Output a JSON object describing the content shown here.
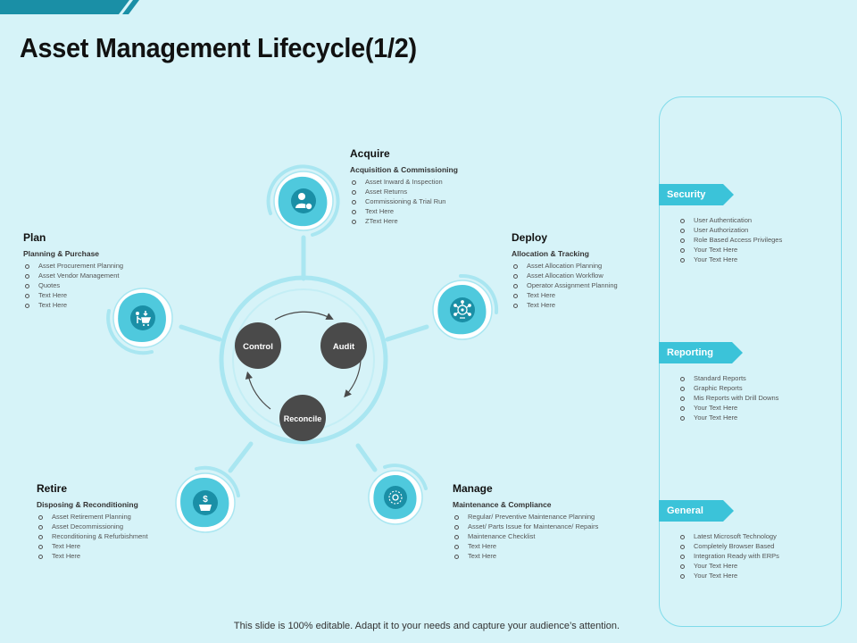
{
  "page": {
    "title": "Asset Management Lifecycle(1/2)",
    "footer": "This slide is 100% editable. Adapt it to your needs and capture your audience’s attention."
  },
  "colors": {
    "background": "#d6f3f8",
    "accent": "#3bc3d9",
    "accent_dark": "#1a8fa6",
    "blob": "#4fc9dd",
    "ring": "#a9e6f1",
    "node": "#4a4a4a",
    "banner": "#1a8fa6"
  },
  "cycle": {
    "nodes": [
      "Control",
      "Audit",
      "Reconcile"
    ]
  },
  "stages": {
    "acquire": {
      "title": "Acquire",
      "subtitle": "Acquisition & Commissioning",
      "icon": "user-money-icon",
      "items": [
        "Asset Inward & Inspection",
        "Asset Returns",
        "Commissioning & Trial Run",
        "Text Here",
        "ZText Here"
      ]
    },
    "plan": {
      "title": "Plan",
      "subtitle": "Planning & Purchase",
      "icon": "shopping-cart-icon",
      "items": [
        "Asset Procurement Planning",
        "Asset Vendor Management",
        "Quotes",
        "Text Here",
        "Text Here"
      ]
    },
    "deploy": {
      "title": "Deploy",
      "subtitle": "Allocation & Tracking",
      "icon": "network-icon",
      "items": [
        "Asset Allocation Planning",
        "Asset Allocation Workflow",
        "Operator Assignment Planning",
        "Text Here",
        "Text Here"
      ]
    },
    "retire": {
      "title": "Retire",
      "subtitle": "Disposing & Reconditioning",
      "icon": "dollar-box-icon",
      "items": [
        "Asset Retirement Planning",
        "Asset Decommissioning",
        "Reconditioning & Refurbishment",
        "Text Here",
        "Text Here"
      ]
    },
    "manage": {
      "title": "Manage",
      "subtitle": "Maintenance & Compliance",
      "icon": "gear-icon",
      "items": [
        "Regular/ Preventive Maintenance Planning",
        "Asset/ Parts Issue for Maintenance/ Repairs",
        "Maintenance Checklist",
        "Text Here",
        "Text Here"
      ]
    }
  },
  "side": {
    "security": {
      "label": "Security",
      "items": [
        "User Authentication",
        "User Authorization",
        "Role Based Access Privileges",
        "Your Text Here",
        "Your Text Here"
      ]
    },
    "reporting": {
      "label": "Reporting",
      "items": [
        "Standard Reports",
        "Graphic Reports",
        "Mis Reports with Drill Downs",
        "Your Text Here",
        "Your Text Here"
      ]
    },
    "general": {
      "label": "General",
      "items": [
        "Latest Microsoft Technology",
        "Completely Browser Based",
        "Integration Ready with ERPs",
        "Your Text Here",
        "Your Text Here"
      ]
    }
  }
}
